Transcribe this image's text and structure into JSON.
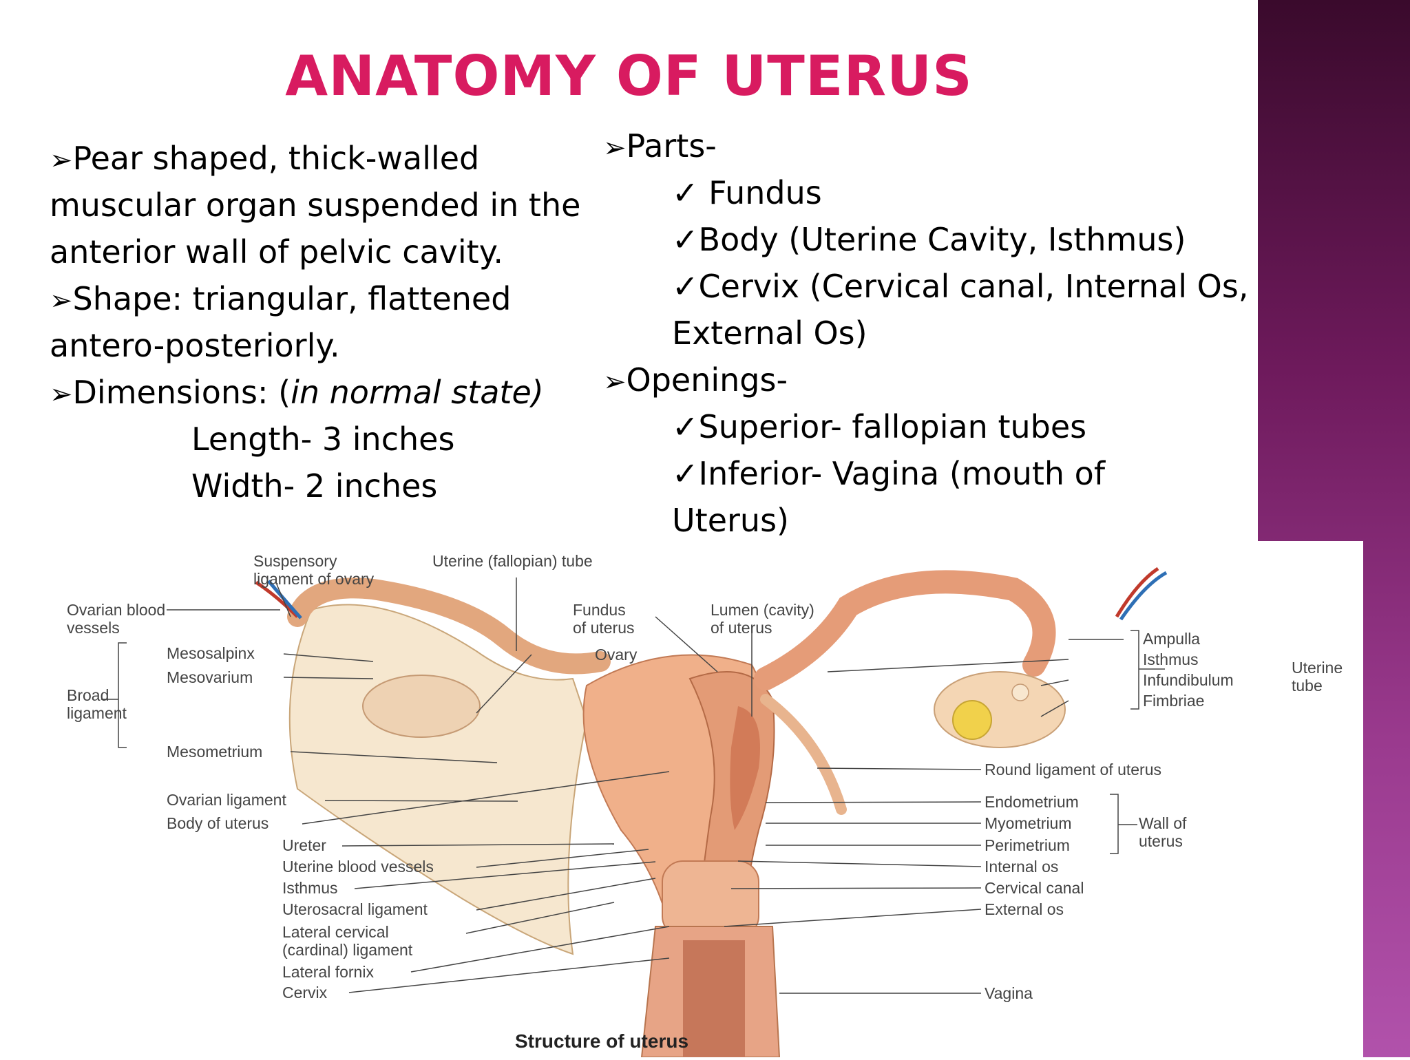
{
  "title": "ANATOMY OF UTERUS",
  "bullet_symbol": "➢",
  "check_symbol": "✓",
  "left_column": {
    "p1_lines": [
      "Pear shaped, thick-walled",
      "muscular organ suspended in the",
      "anterior wall of pelvic cavity."
    ],
    "p2_lines": [
      "Shape: triangular, flattened",
      "antero-posteriorly."
    ],
    "p3_label": "Dimensions: (",
    "p3_italic": "in normal state)",
    "length": "Length- 3 inches",
    "width": "Width- 2 inches"
  },
  "right_column": {
    "parts_heading": "Parts-",
    "parts": [
      "Fundus",
      "Body (Uterine Cavity, Isthmus)",
      "Cervix (Cervical canal, Internal Os,"
    ],
    "parts_cont": "External Os)",
    "openings_heading": "Openings-",
    "openings": [
      "Superior- fallopian tubes",
      "Inferior- Vagina (mouth of"
    ],
    "openings_cont": "Uterus)"
  },
  "diagram": {
    "caption": "Structure of uterus",
    "labels": {
      "suspensory_1": "Suspensory",
      "suspensory_2": "ligament of ovary",
      "uterine_tube_top": "Uterine (fallopian) tube",
      "ovarian_vessels_1": "Ovarian blood",
      "ovarian_vessels_2": "vessels",
      "mesosalpinx": "Mesosalpinx",
      "mesovarium": "Mesovarium",
      "broad_1": "Broad",
      "broad_2": "ligament",
      "mesometrium": "Mesometrium",
      "fundus_1": "Fundus",
      "fundus_2": "of uterus",
      "ovary": "Ovary",
      "lumen_1": "Lumen (cavity)",
      "lumen_2": "of uterus",
      "ovarian_ligament": "Ovarian ligament",
      "body_of_uterus": "Body of uterus",
      "ureter": "Ureter",
      "uterine_vessels": "Uterine blood vessels",
      "isthmus_left": "Isthmus",
      "uterosacral": "Uterosacral ligament",
      "lateral_cervical_1": "Lateral cervical",
      "lateral_cervical_2": "(cardinal) ligament",
      "lateral_fornix": "Lateral fornix",
      "cervix": "Cervix",
      "ampulla": "Ampulla",
      "isthmus_right": "Isthmus",
      "infundibulum": "Infundibulum",
      "fimbriae": "Fimbriae",
      "uterine_tube_1": "Uterine",
      "uterine_tube_2": "tube",
      "round_ligament": "Round ligament of uterus",
      "endometrium": "Endometrium",
      "myometrium": "Myometrium",
      "perimetrium": "Perimetrium",
      "wall_1": "Wall of",
      "wall_2": "uterus",
      "internal_os": "Internal os",
      "cervical_canal": "Cervical canal",
      "external_os": "External os",
      "vagina": "Vagina"
    }
  }
}
